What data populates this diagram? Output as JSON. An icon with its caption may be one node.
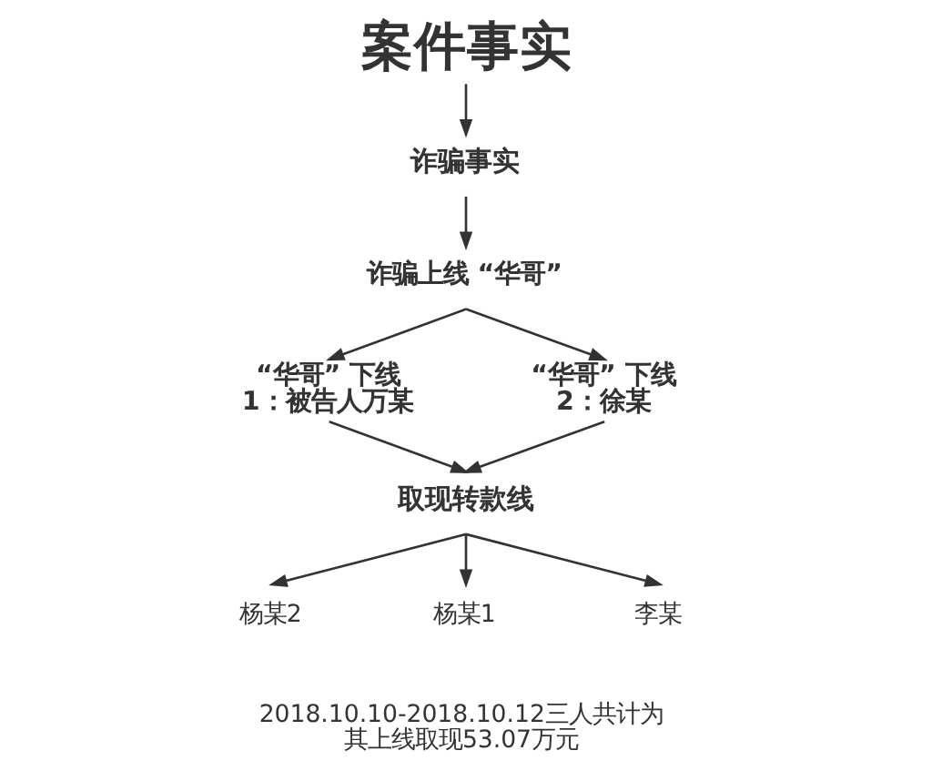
{
  "diagram": {
    "nodes": [
      {
        "text": [
          "案件事实"
        ]
      },
      {
        "text": [
          "诈骗事实"
        ]
      },
      {
        "text": [
          "诈骗上线 “华哥”"
        ]
      },
      {
        "text": [
          "“华哥” 下线 1：被告人万某"
        ]
      },
      {
        "text": [
          "“华哥” 下线 2：徐某"
        ]
      },
      {
        "text": [
          "取现转款线"
        ]
      },
      {
        "text": [
          "杨某2"
        ]
      },
      {
        "text": [
          "杨某1"
        ]
      },
      {
        "text": [
          "李某"
        ]
      }
    ],
    "edges": [
      {
        "from": 0,
        "to": 1,
        "arrow": "to"
      },
      {
        "from": 1,
        "to": 2,
        "arrow": "to"
      },
      {
        "from": 2,
        "to": 3,
        "arrow": "to"
      },
      {
        "from": 2,
        "to": 4,
        "arrow": "to"
      },
      {
        "from": 3,
        "to": 5,
        "arrow": "to"
      },
      {
        "from": 4,
        "to": 5,
        "arrow": "to"
      },
      {
        "from": 5,
        "to": 6,
        "arrow": "to"
      },
      {
        "from": 5,
        "to": 7,
        "arrow": "to"
      },
      {
        "from": 5,
        "to": 8,
        "arrow": "to"
      }
    ],
    "labels": [
      "2018.10.10-2018.10.12三人共计为其上线取现53.07万元"
    ]
  }
}
